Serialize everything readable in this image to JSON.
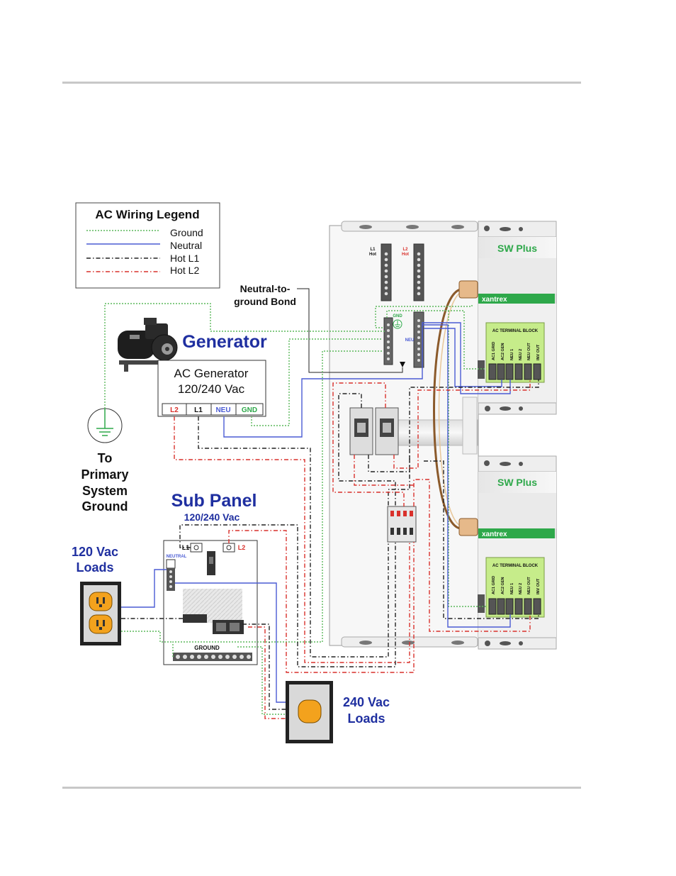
{
  "legend": {
    "title": "AC Wiring Legend",
    "items": [
      {
        "label": "Ground",
        "color": "#5cb85c",
        "style": "dotted"
      },
      {
        "label": "Neutral",
        "color": "#4a5bd4",
        "style": "solid"
      },
      {
        "label": "Hot L1",
        "color": "#222222",
        "style": "dash-dot"
      },
      {
        "label": "Hot L2",
        "color": "#d9302b",
        "style": "dash-dot"
      }
    ]
  },
  "bond_label": {
    "line1": "Neutral-to-",
    "line2": "ground Bond"
  },
  "generator": {
    "title": "Generator",
    "box_line1": "AC Generator",
    "box_line2": "120/240 Vac",
    "terminals": [
      "L2",
      "L1",
      "NEU",
      "GND"
    ]
  },
  "primary_ground": {
    "lines": [
      "To",
      "Primary",
      "System",
      "Ground"
    ]
  },
  "sub_panel": {
    "title": "Sub Panel",
    "subtitle": "120/240 Vac",
    "l1": "L1",
    "l2": "L2",
    "neutral": "NEUTRAL",
    "ground": "GROUND"
  },
  "loads_120": {
    "line1": "120 Vac",
    "line2": "Loads"
  },
  "loads_240": {
    "line1": "240 Vac",
    "line2": "Loads"
  },
  "main_panel": {
    "l1_hot": "L1\nHot",
    "l2_hot": "L2\nHot",
    "gnd": "GND",
    "neu": "NEU"
  },
  "inverters": [
    {
      "name": "SW Plus",
      "brand": "xantrex",
      "block_title": "AC TERMINAL BLOCK",
      "terminals": [
        "AC1 GRID",
        "AC2 GEN",
        "NEU 1",
        "NEU 2",
        "NEU OUT",
        "INV OUT"
      ]
    },
    {
      "name": "SW Plus",
      "brand": "xantrex",
      "block_title": "AC TERMINAL BLOCK",
      "terminals": [
        "AC1 GRID",
        "AC2 GEN",
        "NEU 1",
        "NEU 2",
        "NEU OUT",
        "INV OUT"
      ]
    }
  ],
  "colors": {
    "brand_blue": "#1f2fa0",
    "xantrex_green": "#2ea84a",
    "terminal_green": "#c6ec8a",
    "outlet_orange": "#f3a21d"
  }
}
